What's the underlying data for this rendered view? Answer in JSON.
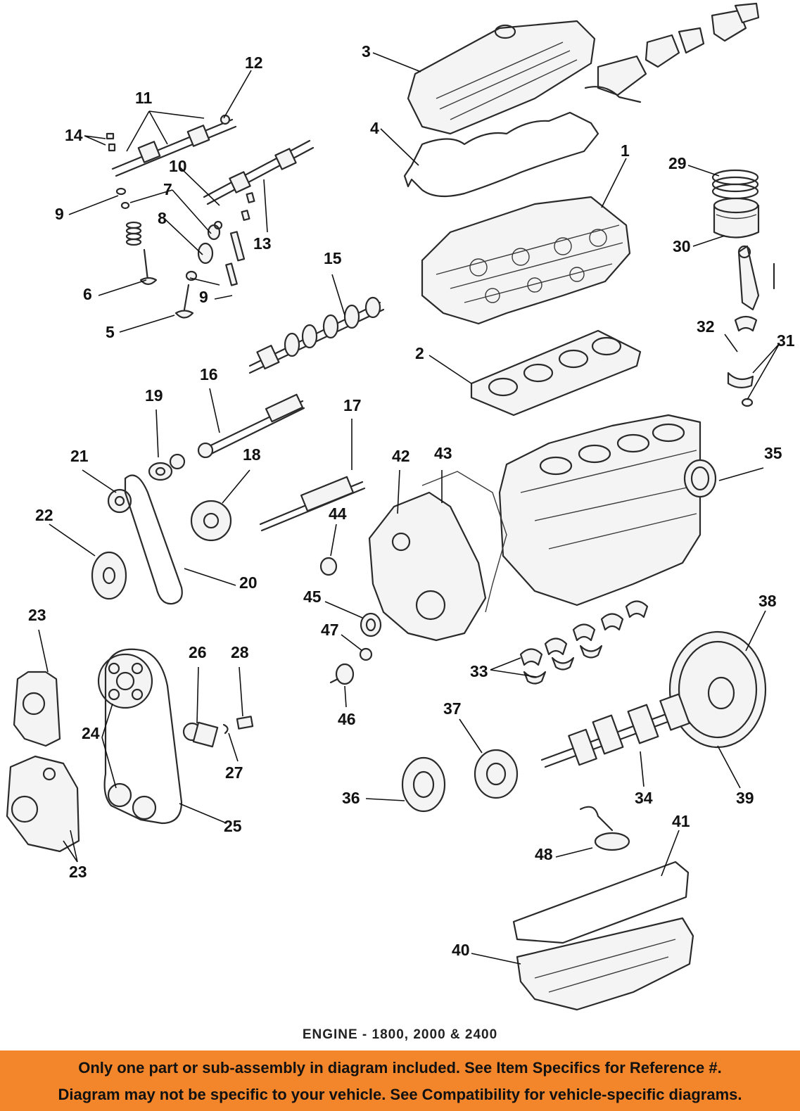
{
  "caption": "ENGINE - 1800, 2000 & 2400",
  "notice": {
    "line1": "Only one part or sub-assembly in diagram included. See Item Specifics for Reference #.",
    "line2": "Diagram may not be specific to your vehicle. See Compatibility for vehicle-specific diagrams.",
    "background": "#f3862b"
  },
  "callouts": {
    "n1": "1",
    "n2": "2",
    "n3": "3",
    "n4": "4",
    "n5": "5",
    "n6": "6",
    "n7": "7",
    "n8": "8",
    "n9": "9",
    "n10": "10",
    "n11": "11",
    "n12": "12",
    "n13": "13",
    "n14": "14",
    "n15": "15",
    "n16": "16",
    "n17": "17",
    "n18": "18",
    "n19": "19",
    "n20": "20",
    "n21": "21",
    "n22": "22",
    "n23": "23",
    "n24": "24",
    "n25": "25",
    "n26": "26",
    "n27": "27",
    "n28": "28",
    "n29": "29",
    "n30": "30",
    "n31": "31",
    "n32": "32",
    "n33": "33",
    "n34": "34",
    "n35": "35",
    "n36": "36",
    "n37": "37",
    "n38": "38",
    "n39": "39",
    "n40": "40",
    "n41": "41",
    "n42": "42",
    "n43": "43",
    "n44": "44",
    "n45": "45",
    "n46": "46",
    "n47": "47",
    "n48": "48"
  }
}
